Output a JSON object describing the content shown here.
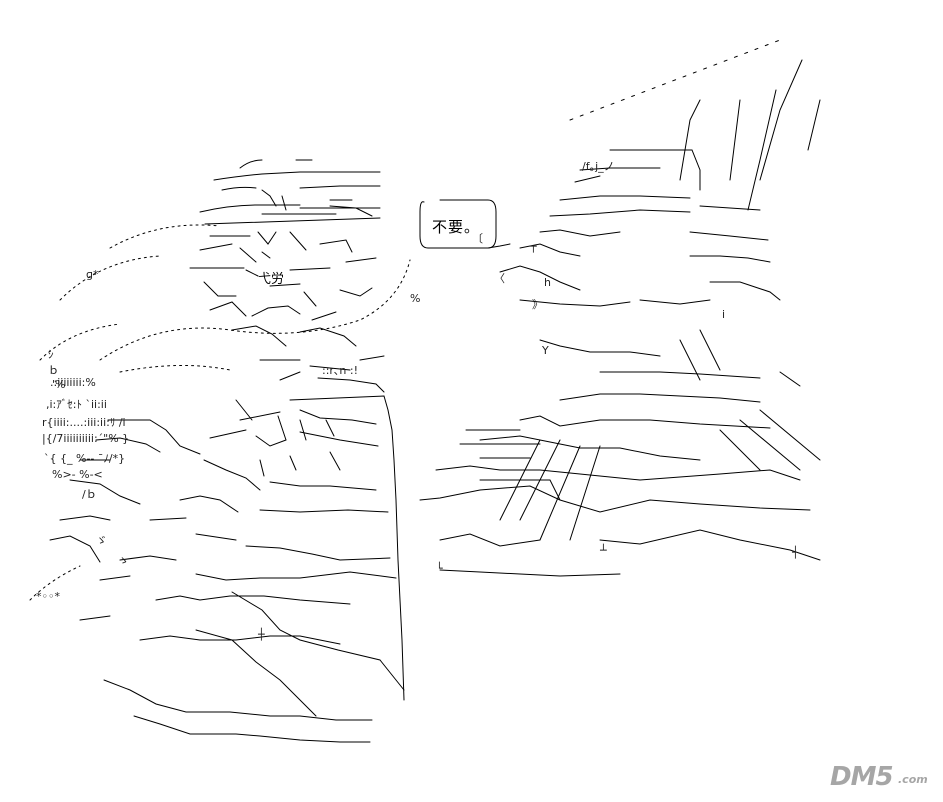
{
  "speech_bubble": {
    "text": "不要。"
  },
  "labels": {
    "left_figure_tag": "弋労",
    "tag_right": "/f｡j_ノ",
    "rina": "::r､n :!",
    "decor_a": "ɡ",
    "decor_b": "%",
    "decor_c": "＊",
    "decor_d": "ﾟ",
    "ascii_a": ".:iiiiiiii:%",
    "ascii_b": ",i:ｱﾞｾ:ﾄ `ii:ii",
    "ascii_c": "r{iiii:....:iii:ii:ﾘ /i",
    "ascii_d": "|{/7iiiiiiiiii:´\"% }",
    "ascii_e": "`{ {_ %-‐ ¯ﾉ/*}",
    "ascii_f": "%>- %-<",
    "ascii_g": "/ｂ",
    "ascii_h": "ゞ",
    "ascii_i": "ゝ",
    "ascii_j": "〔",
    "ascii_k": "〈",
    "ascii_l": "》",
    "ascii_m": "ɡ*",
    "ascii_n": "*◦◦*",
    "ascii_o": "ｼ",
    "ascii_p": "ｂ",
    "ascii_q": "'%",
    "ascii_r": "%",
    "ascii_s": "Y",
    "ascii_t": "i",
    "ascii_u": "┼",
    "ascii_v": "┬",
    "ascii_w": "┴",
    "ascii_x": "┤",
    "ascii_y": "└",
    "ascii_z": "h"
  },
  "watermark": {
    "main": "DM5",
    "sub": ".com"
  }
}
